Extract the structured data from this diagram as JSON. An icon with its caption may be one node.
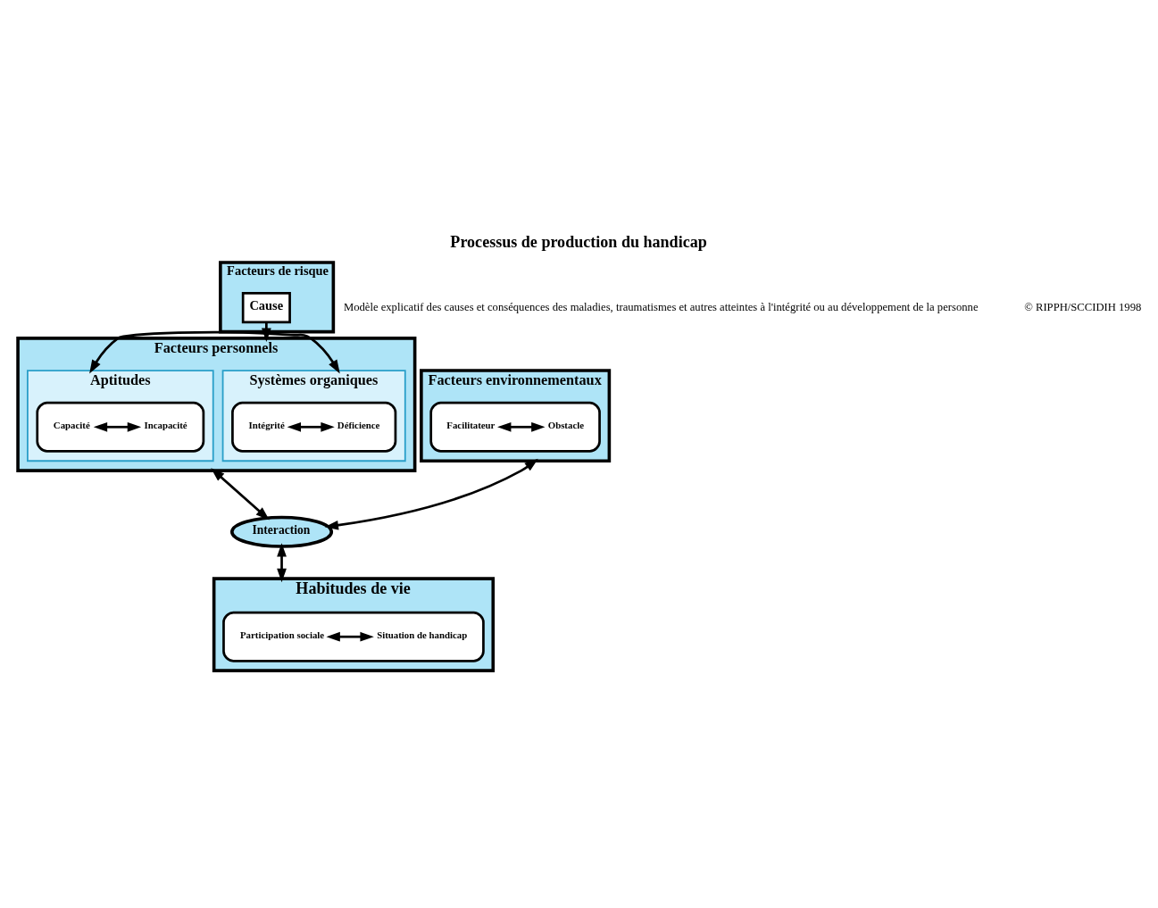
{
  "diagram": {
    "title": "Processus de production du handicap",
    "nodes": [
      {
        "text": [
          "Facteurs de risque"
        ]
      },
      {
        "text": [
          "Cause"
        ],
        "in": 0
      },
      {
        "text": [
          "Facteurs personnels"
        ]
      },
      {
        "text": [
          "Systèmes organiques"
        ],
        "in": 2
      },
      {
        "text": [],
        "shape": "box",
        "in": 3
      },
      {
        "text": [
          "Intégrité"
        ],
        "in": 4
      },
      {
        "text": [
          "Déficience"
        ],
        "in": 4
      },
      {
        "text": [
          "Aptitudes"
        ],
        "in": 2
      },
      {
        "text": [],
        "shape": "box",
        "in": 7
      },
      {
        "text": [
          "Capacité"
        ],
        "in": 8
      },
      {
        "text": [
          "Incapacité"
        ],
        "in": 8
      },
      {
        "text": [
          "Facteurs environnementaux"
        ]
      },
      {
        "text": [],
        "shape": "box",
        "in": 11
      },
      {
        "text": [
          "Facilitateur"
        ],
        "in": 12
      },
      {
        "text": [
          "Obstacle"
        ],
        "in": 12
      },
      {
        "text": [
          "Interaction"
        ]
      },
      {
        "text": [
          "Habitudes de vie"
        ]
      },
      {
        "text": [],
        "shape": "box",
        "in": 16
      },
      {
        "text": [
          "Participation sociale"
        ],
        "in": 17
      },
      {
        "text": [
          "Situation de handicap"
        ],
        "in": 17
      }
    ],
    "edges": [
      {
        "from": 1,
        "to": 2,
        "arrow": "to"
      },
      {
        "from": 3,
        "to": 7,
        "arrow": "both"
      },
      {
        "from": 5,
        "to": 6,
        "arrow": "both"
      },
      {
        "from": 9,
        "to": 10,
        "arrow": "both"
      },
      {
        "from": 13,
        "to": 14,
        "arrow": "both"
      },
      {
        "from": 2,
        "to": 15,
        "arrow": "both"
      },
      {
        "from": 11,
        "to": 15,
        "arrow": "both"
      },
      {
        "from": 15,
        "to": 16,
        "arrow": "both"
      },
      {
        "from": 18,
        "to": 19,
        "arrow": "both"
      }
    ],
    "labels": [
      "Modèle explicatif des causes et conséquences des maladies, traumatismes et autres atteintes à l'intégrité ou au développement de la personne",
      "© RIPPH/SCCIDIH 1998"
    ]
  }
}
